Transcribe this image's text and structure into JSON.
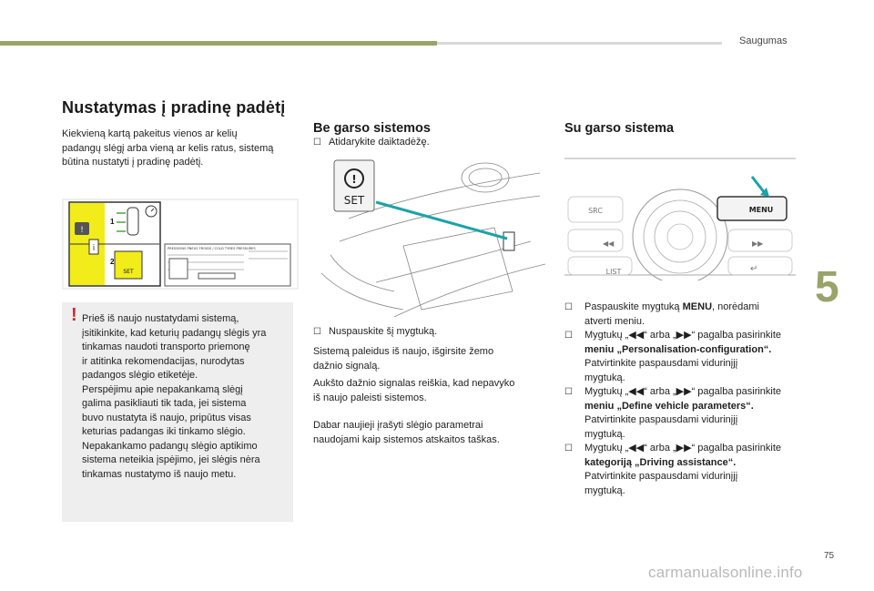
{
  "header": {
    "section": "Saugumas",
    "chapter": "5"
  },
  "main": {
    "title": "Nustatymas į pradinę padėtį",
    "intro": [
      "Kiekvieną kartą pakeitus vienos ar kelių",
      "padangų slėgį arba vieną ar kelis ratus, sistemą",
      "būtina nustatyti į pradinę padėtį."
    ],
    "label": {
      "title": "PRESSIONS PNEUS FROIDS / COLD TYRES PRESSURES",
      "step1": "1",
      "step2": "2",
      "set": "SET"
    },
    "warning": [
      "Prieš iš naujo nustatydami sistemą,",
      "įsitikinkite, kad keturių padangų slėgis yra",
      "tinkamas naudoti transporto priemonę",
      "ir atitinka rekomendacijas, nurodytas",
      "padangos slėgio etiketėje.",
      "Perspėjimu apie nepakankamą slėgį",
      "galima pasikliauti tik tada, jei sistema",
      "buvo nustatyta iš naujo, pripūtus visas",
      "keturias padangas iki tinkamo slėgio.",
      "Nepakankamo padangų slėgio aptikimo",
      "sistema neteikia įspėjimo, jei slėgis nėra",
      "tinkamas nustatymo iš naujo metu."
    ]
  },
  "no_audio": {
    "title": "Be garso sistemos",
    "step1": "Atidarykite daiktadėžę.",
    "set_label": "SET",
    "step2": "Nuspauskite šį mygtuką.",
    "para1": [
      "Sistemą paleidus iš naujo, išgirsite žemo",
      "dažnio signalą."
    ],
    "para2": [
      "Aukšto dažnio signalas reiškia, kad nepavyko",
      "iš naujo paleisti sistemos."
    ],
    "para3": [
      "Dabar naujieji įrašyti slėgio parametrai",
      "naudojami kaip sistemos atskaitos taškas."
    ]
  },
  "audio": {
    "title": "Su garso sistema",
    "radio": {
      "src": "SRC",
      "menu": "MENU",
      "list": "LIST"
    },
    "steps": [
      {
        "pre": "Paspauskite mygtuką ",
        "bold": "MENU",
        "post": ", norėdami",
        "rest": [
          "atverti meniu."
        ]
      },
      {
        "pre": "Mygtukų „◀◀“ arba „▶▶“ pagalba pasirinkite",
        "bold": "",
        "post": "",
        "rest": [
          "meniu „Personalisation-configuration“.",
          "Patvirtinkite paspausdami vidurinįjį",
          "mygtuką."
        ]
      },
      {
        "pre": "Mygtukų „◀◀“ arba „▶▶“ pagalba pasirinkite",
        "bold": "",
        "post": "",
        "rest": [
          "meniu „Define vehicle parameters“.",
          "Patvirtinkite paspausdami vidurinįjį",
          "mygtuką."
        ]
      },
      {
        "pre": "Mygtukų „◀◀“ arba „▶▶“ pagalba pasirinkite",
        "bold": "",
        "post": "",
        "rest": [
          "kategoriją „Driving assistance“.",
          "Patvirtinkite paspausdami vidurinįjį",
          "mygtuką."
        ]
      }
    ]
  },
  "footer": {
    "page": "75",
    "watermark": "carmanualsonline.info"
  },
  "bullet": "",
  "warn_mark": "!"
}
